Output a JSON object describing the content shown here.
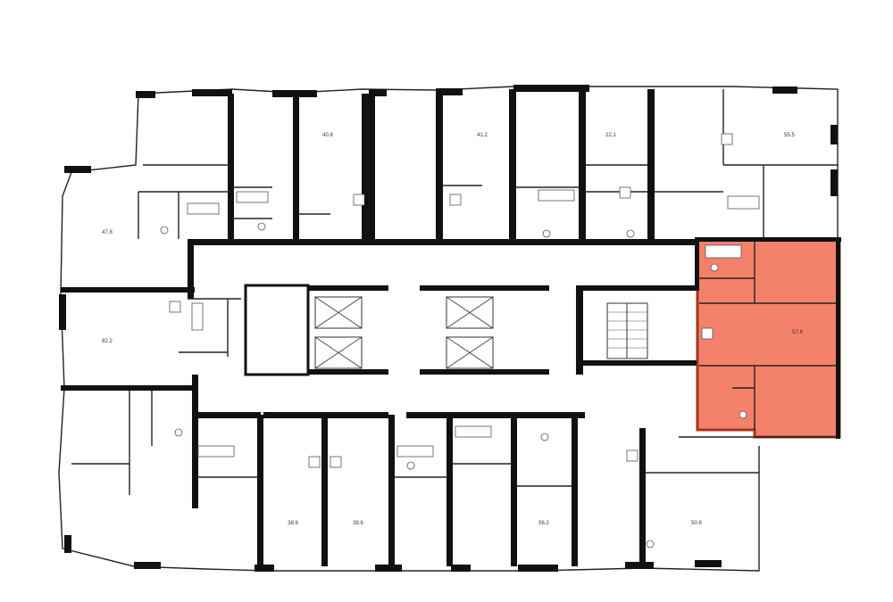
{
  "plan": {
    "highlight_color": "#f4826b",
    "highlight_border": "#a8321e",
    "units": [
      {
        "area": "40.8"
      },
      {
        "area": "41.2"
      },
      {
        "area": "22.1"
      },
      {
        "area": "55.5"
      },
      {
        "area": "47.8"
      },
      {
        "area": "82.2"
      },
      {
        "area": "57.6"
      },
      {
        "area": "38.6"
      },
      {
        "area": "38.6"
      },
      {
        "area": "56.2"
      },
      {
        "area": "50.8"
      }
    ]
  }
}
